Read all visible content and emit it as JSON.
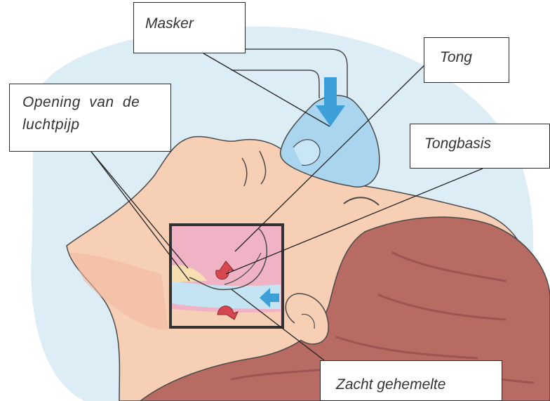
{
  "labels": {
    "masker": "Masker",
    "tong": "Tong",
    "opening": "Opening van de luchtpijp",
    "tongbasis": "Tongbasis",
    "zacht_gehemelte": "Zacht gehemelte"
  },
  "colors": {
    "background_blue": "#dcedf6",
    "skin": "#f7cfb5",
    "skin_shadow": "#f1b9a0",
    "hair": "#b76b63",
    "hair_dark": "#9e5452",
    "mask": "#a9d6ee",
    "mask_arrow": "#3d9fd8",
    "tongue_pink": "#efb3c5",
    "airway_blue": "#c5e4f3",
    "red_arrow": "#d6474f",
    "outline": "#4a4a4a"
  }
}
